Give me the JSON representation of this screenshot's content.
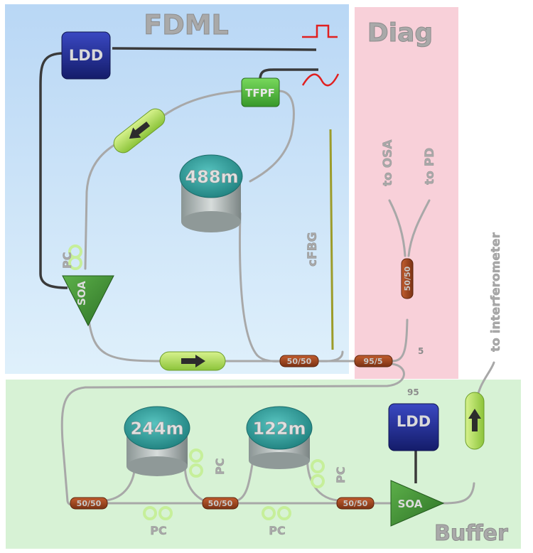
{
  "regions": {
    "fdml": "FDML",
    "diag": "Diag",
    "buffer": "Buffer"
  },
  "components": {
    "ldd_top": "LDD",
    "ldd_bottom": "LDD",
    "tfpf": "TFPF",
    "soa_top": "SOA",
    "soa_bottom": "SOA",
    "spool_488": "488m",
    "spool_244": "244m",
    "spool_122": "122m",
    "cfbg": "cFBG"
  },
  "couplers": {
    "c1": "50/50",
    "c2": "95/5",
    "c3": "50/50",
    "c4": "50/50",
    "c5": "50/50",
    "c6": "50/50"
  },
  "pc_labels": {
    "pc1": "PC",
    "pc2": "PC",
    "pc3": "PC",
    "pc4": "PC",
    "pc5": "PC"
  },
  "ports": {
    "to_osa": "to OSA",
    "to_pd": "to PD",
    "to_interferometer": "to interferometer",
    "port_5": "5",
    "port_95": "95"
  },
  "colors": {
    "fdml_bg": "#cfe3f7",
    "diag_bg": "#f8d2da",
    "buffer_bg": "#d9f2d7",
    "ldd": "#1f2a8c",
    "tfpf": "#4fb83a",
    "soa": "#3d8a32",
    "spool": "#3aa3a0",
    "coupler": "#9a4420",
    "isolator": "#a6d64a",
    "pc_ring": "#c6ef9a",
    "signal_red": "#e02020",
    "fiber": "#a8a8a8",
    "cable": "#3a3a3a",
    "cfbg": "#9c9c2a"
  }
}
